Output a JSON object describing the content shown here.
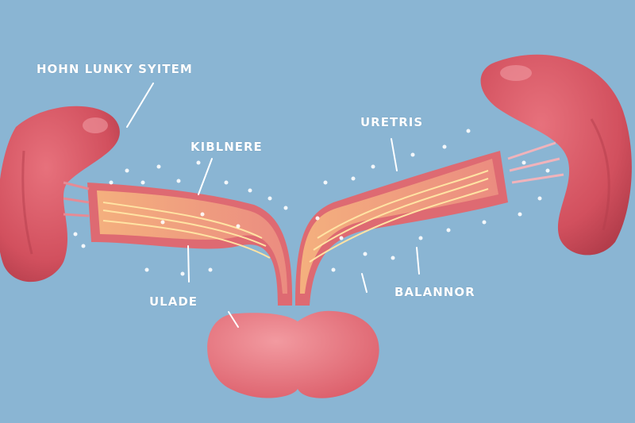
{
  "colors": {
    "background": "#8ab5d3",
    "kidney": "#d2505e",
    "kidney_dark": "#b33d4b",
    "tube": "#de6a72",
    "tube_inner": "#f0a27c",
    "fiber": "#ffe3a3",
    "bladder": "#e7707a",
    "sparkle": "#ffffff"
  },
  "labels": {
    "system": "HOHN LUNKY SYITEM",
    "kidney": "KIBLNERE",
    "ureters": "URETRIS",
    "bladder_left": "ULADE",
    "bladder_right": "BALANNOR"
  },
  "icons": [
    "left-kidney",
    "right-kidney",
    "left-ureter",
    "right-ureter",
    "bladder",
    "sparkles",
    "pointer-lines"
  ]
}
